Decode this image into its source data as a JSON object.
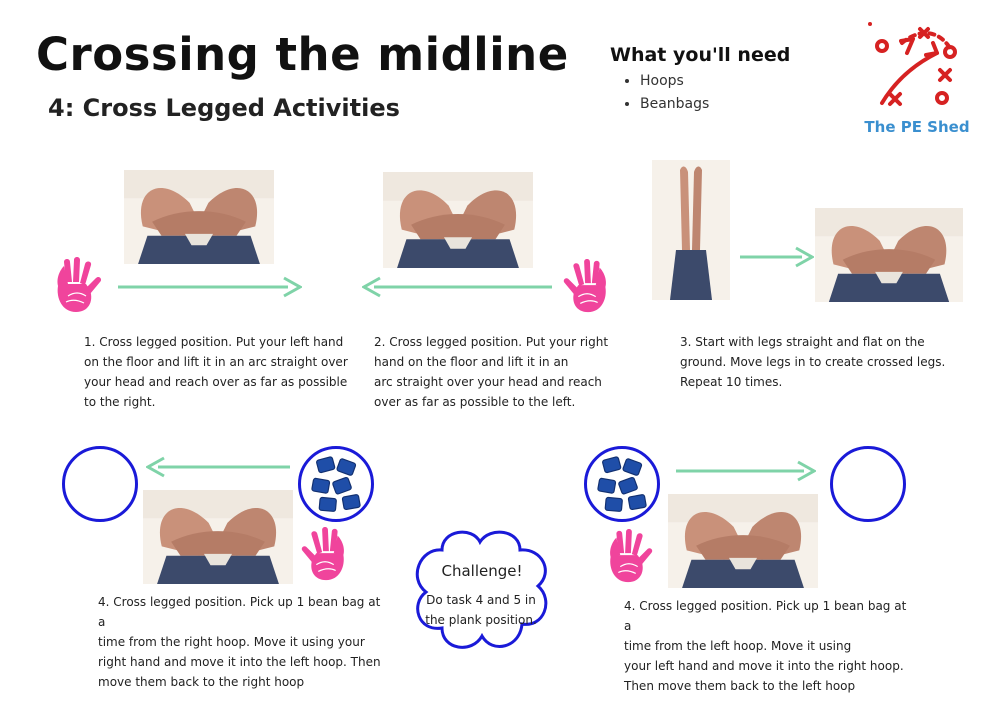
{
  "header": {
    "title": "Crossing the midline",
    "subtitle": "4: Cross Legged Activities"
  },
  "equipment": {
    "heading": "What you'll need",
    "items": [
      "Hoops",
      "Beanbags"
    ]
  },
  "brand": {
    "name": "The PE Shed",
    "color": "#3a8fcf",
    "logo_color": "#d62222"
  },
  "colors": {
    "arrow": "#7fd3a8",
    "hand": "#f0449c",
    "hoop": "#1a1ad8",
    "beanbag": "#1f4ea8",
    "cloud": "#1a1ad8"
  },
  "activities": [
    {
      "caption_lines": [
        "1. Cross legged position. Put your left hand",
        "on the floor and lift it in an arc straight over",
        "your head and reach over as far as possible",
        "to the right."
      ]
    },
    {
      "caption_lines": [
        "2. Cross legged position. Put your right",
        "hand on the floor and lift it in an",
        "arc straight over your head and reach",
        "over as far as possible to the left."
      ]
    },
    {
      "caption_lines": [
        "3. Start with legs straight and flat on the",
        "ground. Move legs in to create crossed legs.",
        "Repeat 10 times."
      ]
    },
    {
      "caption_lines": [
        "4. Cross legged position. Pick up 1 bean bag at a",
        "time from the right hoop. Move it using your",
        "right hand and move it into the left hoop. Then",
        "move them back to the right hoop"
      ]
    },
    {
      "caption_lines": [
        "4. Cross legged position. Pick up 1 bean bag at a",
        "time from the left hoop. Move it using",
        "your left hand and move it into the right hoop.",
        "Then move them back to the left hoop"
      ]
    }
  ],
  "challenge": {
    "heading": "Challenge!",
    "lines": [
      "Do task 4 and 5 in",
      "the plank position."
    ]
  },
  "icons": [
    "hand-icon",
    "arrow-right-icon",
    "arrow-left-icon",
    "hoop-icon",
    "beanbag-icon",
    "pe-shed-logo-icon"
  ]
}
